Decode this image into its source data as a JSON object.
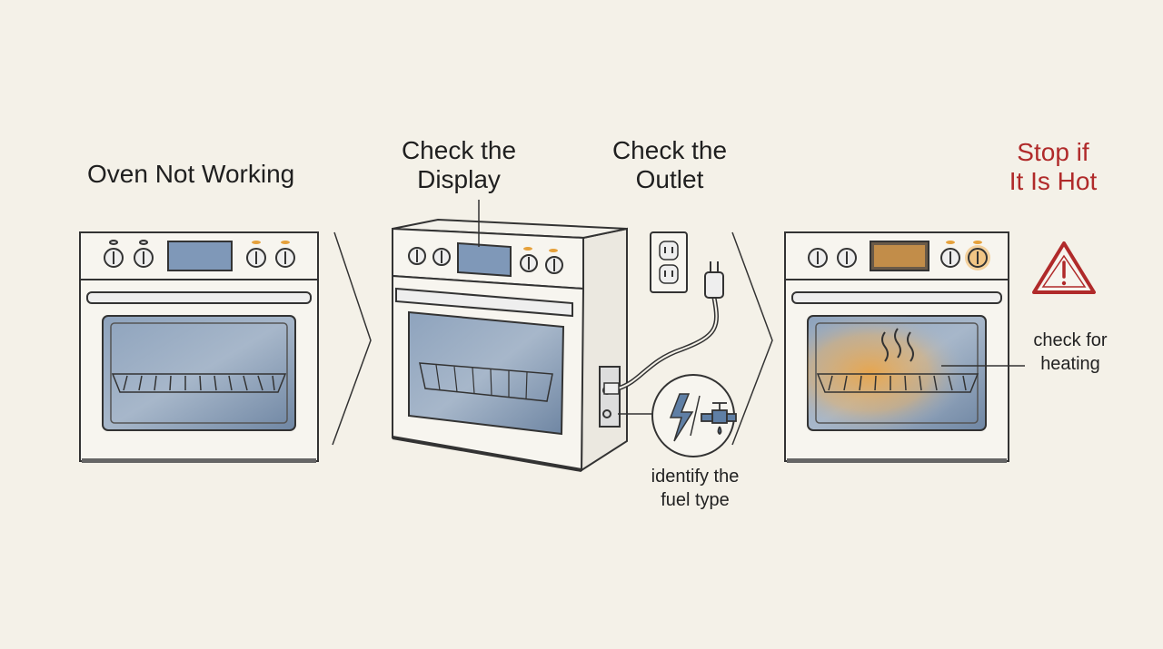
{
  "steps": [
    {
      "title_line1": "Oven Not Working",
      "title_line2": ""
    },
    {
      "title_line1": "Check the",
      "title_line2": "Display"
    },
    {
      "title_line1": "Check the",
      "title_line2": "Outlet"
    },
    {
      "title_line1": "Stop if",
      "title_line2": "It Is Hot"
    }
  ],
  "annotations": {
    "fuel_line1": "identify the",
    "fuel_line2": "fuel type",
    "heat_line1": "check for",
    "heat_line2": "heating"
  },
  "icons": {
    "fuel": [
      "lightning-bolt-icon",
      "gas-valve-icon"
    ],
    "warning": "warning-triangle-icon"
  },
  "colors": {
    "background": "#f4f1e8",
    "warning": "#b02a2a",
    "glow": "#f2a33a",
    "glass": "#6f86a3",
    "knob_accent": "#e6a13b"
  }
}
